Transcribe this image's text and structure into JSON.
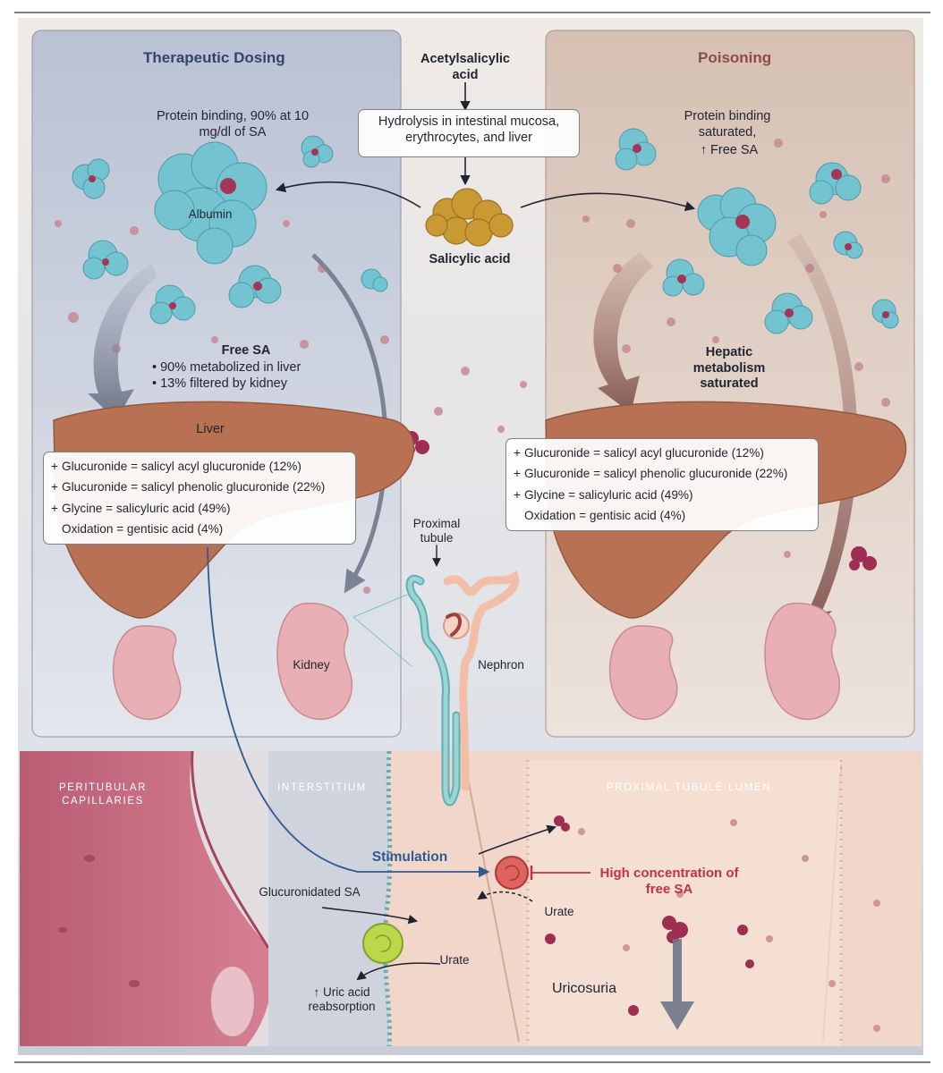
{
  "source": {
    "title": "Acetylsalicylic acid",
    "hydrolysis": "Hydrolysis in intestinal mucosa, erythrocytes, and liver",
    "product": "Salicylic acid"
  },
  "therapeutic": {
    "title": "Therapeutic Dosing",
    "protein_binding": "Protein binding, 90% at 10 mg/dl of SA",
    "albumin_label": "Albumin",
    "free_sa_title": "Free SA",
    "free_sa_items": [
      "90% metabolized in liver",
      "13% filtered by kidney"
    ],
    "liver_label": "Liver",
    "kidney_label": "Kidney"
  },
  "poisoning": {
    "title": "Poisoning",
    "protein_binding": "Protein binding saturated,",
    "free_sa": "↑ Free SA",
    "hepatic": "Hepatic metabolism saturated"
  },
  "metabolism_rows": [
    {
      "prefix": "+",
      "text": "Glucuronide = salicyl acyl glucuronide (12%)"
    },
    {
      "prefix": "+",
      "text": "Glucuronide = salicyl phenolic glucuronide (22%)"
    },
    {
      "prefix": "+",
      "text": "Glycine = salicyluric acid (49%)"
    },
    {
      "prefix": "",
      "text": "Oxidation = gentisic acid (4%)"
    }
  ],
  "nephron": {
    "proximal_tubule": "Proximal tubule",
    "nephron_label": "Nephron"
  },
  "bottom": {
    "peritubular": "PERITUBULAR CAPILLARIES",
    "interstitium": "INTERSTITIUM",
    "lumen": "PROXIMAL TUBULE LUMEN",
    "stimulation": "Stimulation",
    "high_conc": "High concentration of free SA",
    "glucuronidated": "Glucuronidated SA",
    "urate_top": "Urate",
    "urate_bottom": "Urate",
    "uric_acid": "↑ Uric acid reabsorption",
    "uricosuria": "Uricosuria"
  },
  "colors": {
    "left_panel": "#c7cedb",
    "right_panel": "#dcc8bc",
    "albumin": "#6fc0cf",
    "salicylic": "#c99a33",
    "liver": "#b2704f",
    "kidney": "#e7aeb2",
    "capillary": "#c7667e",
    "lumen": "#f3d7c9",
    "stimulation_text": "#2f5a92",
    "high_conc_text": "#c2333f",
    "transporter_red": "#e0635f",
    "transporter_green": "#bcd74b"
  }
}
